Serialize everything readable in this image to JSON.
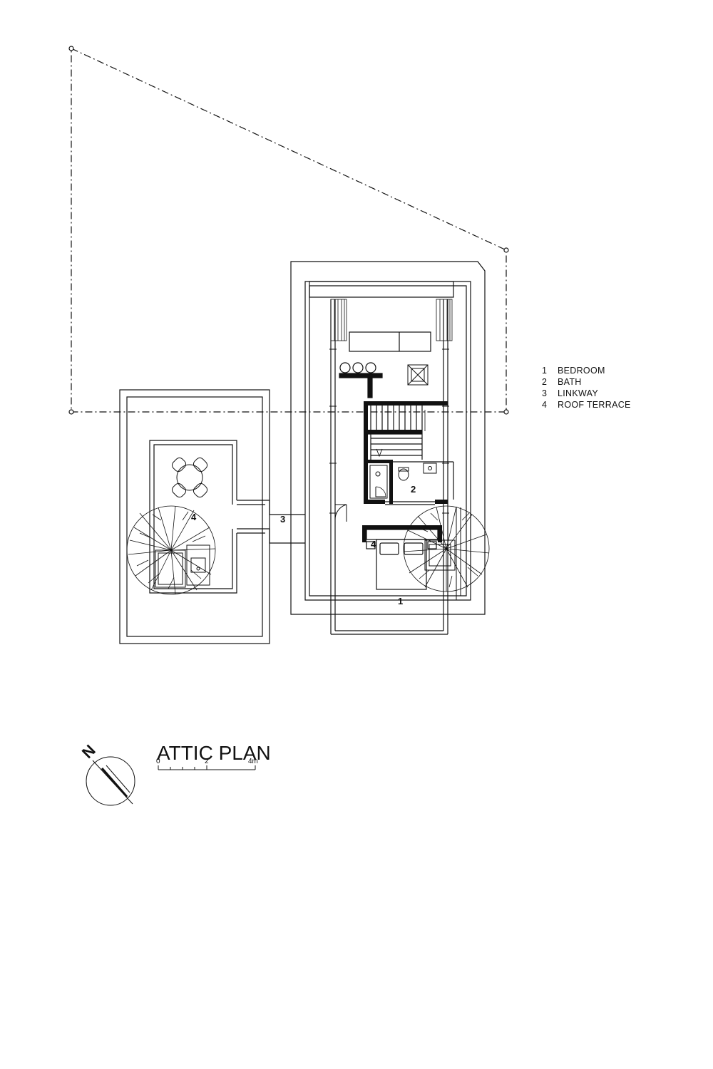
{
  "plan": {
    "title": "ATTIC PLAN",
    "north_label": "N",
    "room_labels": [
      "1",
      "2",
      "3",
      "4",
      "4"
    ]
  },
  "legend": {
    "items": [
      {
        "num": "1",
        "name": "BEDROOM"
      },
      {
        "num": "2",
        "name": "BATH"
      },
      {
        "num": "3",
        "name": "LINKWAY"
      },
      {
        "num": "4",
        "name": "ROOF TERRACE"
      }
    ]
  },
  "scale_bar": {
    "ticks": [
      "0",
      "2",
      "4m"
    ]
  }
}
